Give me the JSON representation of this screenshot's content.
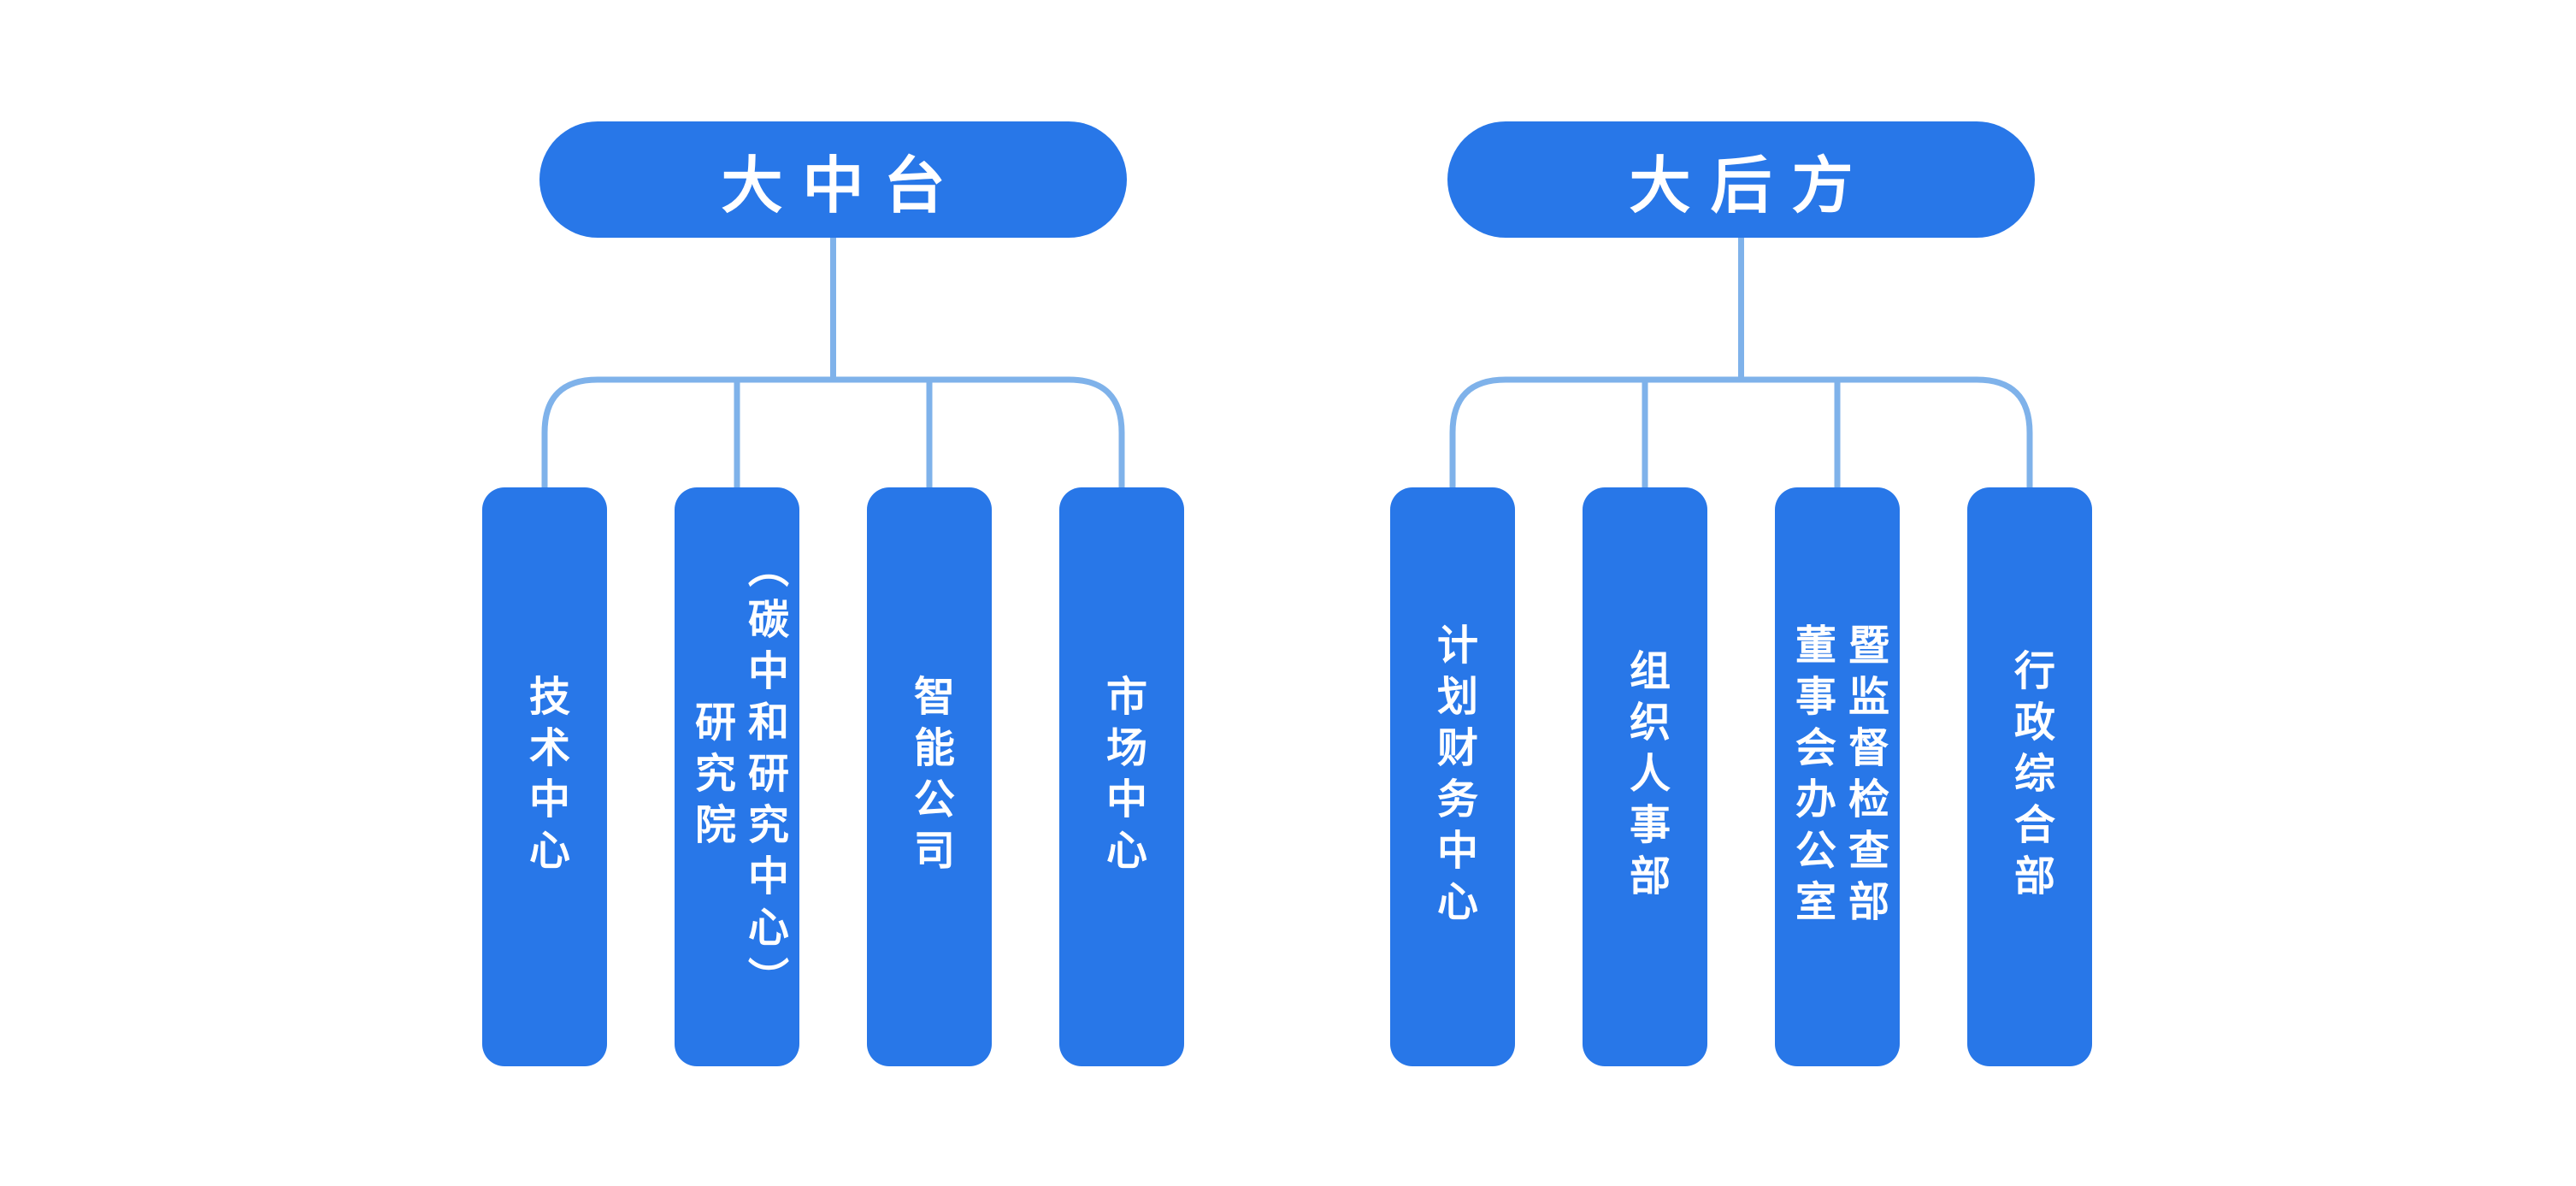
{
  "colors": {
    "node_blue": "#2877E8",
    "connector_blue": "#7FB2EA",
    "label_white": "#FFFFFF",
    "background": "#FFFFFF"
  },
  "trees": [
    {
      "root": {
        "label": "大中台"
      },
      "children": [
        {
          "label": "技术中心"
        },
        {
          "label": "研究院\n（碳中和研究中心）"
        },
        {
          "label": "智能公司"
        },
        {
          "label": "市场中心"
        }
      ]
    },
    {
      "root": {
        "label": "大后方"
      },
      "children": [
        {
          "label": "计划财务中心"
        },
        {
          "label": "组织人事部"
        },
        {
          "label": "董事会办公室\n暨监督检查部"
        },
        {
          "label": "行政综合部"
        }
      ]
    }
  ]
}
